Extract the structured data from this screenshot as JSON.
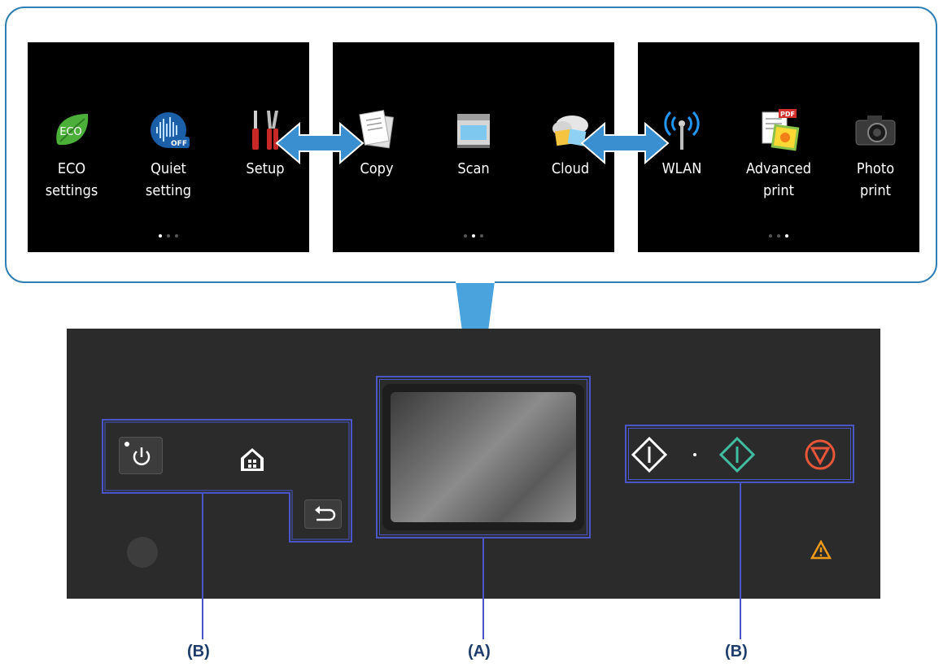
{
  "screens": [
    {
      "items": [
        {
          "label": "ECO\nsettings",
          "icon": "eco-leaf-icon"
        },
        {
          "label": "Quiet\nsetting",
          "icon": "quiet-off-icon"
        },
        {
          "label": "Setup",
          "icon": "setup-tools-icon"
        }
      ],
      "active_dot": 0
    },
    {
      "items": [
        {
          "label": "Copy",
          "icon": "copy-icon"
        },
        {
          "label": "Scan",
          "icon": "scan-icon"
        },
        {
          "label": "Cloud",
          "icon": "cloud-icon"
        }
      ],
      "active_dot": 1
    },
    {
      "items": [
        {
          "label": "WLAN",
          "icon": "wlan-icon"
        },
        {
          "label": "Advanced\nprint",
          "icon": "advanced-print-icon"
        },
        {
          "label": "Photo\nprint",
          "icon": "photo-print-icon"
        }
      ],
      "active_dot": 2
    }
  ],
  "eco_icon_text": "ECO",
  "quiet_icon_text": "OFF",
  "pdf_icon_text": "PDF",
  "labels": {
    "left": "(B)",
    "center": "(A)",
    "right": "(B)"
  },
  "colors": {
    "callout_border": "#2e7fb5",
    "frame": "#4a55c8",
    "start_color": "#3fbfa0",
    "stop_color": "#e8563a",
    "alarm_color": "#f09a1a"
  }
}
